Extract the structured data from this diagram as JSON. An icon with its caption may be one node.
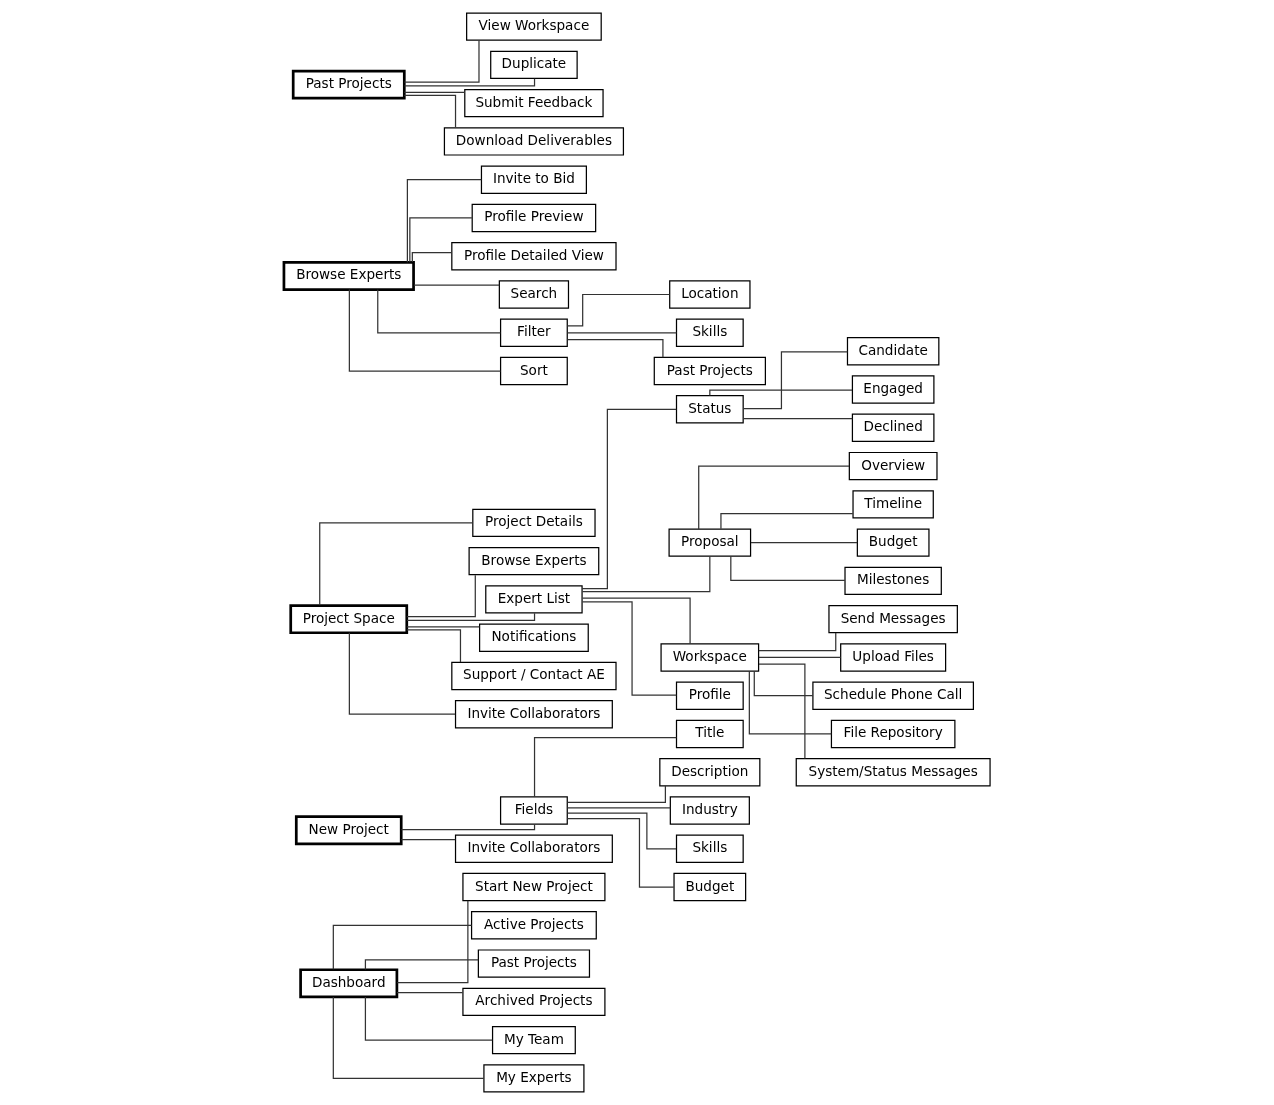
{
  "diagram": {
    "nodes": [
      {
        "text": [
          "Dashboard"
        ]
      },
      {
        "text": [
          "Start New Project"
        ]
      },
      {
        "text": [
          "Active Projects"
        ]
      },
      {
        "text": [
          "Past Projects"
        ]
      },
      {
        "text": [
          "Archived Projects"
        ]
      },
      {
        "text": [
          "My Team"
        ]
      },
      {
        "text": [
          "My Experts"
        ]
      },
      {
        "text": [
          "New Project"
        ]
      },
      {
        "text": [
          "Fields"
        ]
      },
      {
        "text": [
          "Title"
        ]
      },
      {
        "text": [
          "Description"
        ]
      },
      {
        "text": [
          "Industry"
        ]
      },
      {
        "text": [
          "Skills"
        ]
      },
      {
        "text": [
          "Budget"
        ]
      },
      {
        "text": [
          "Invite Collaborators"
        ]
      },
      {
        "text": [
          "Project Space"
        ]
      },
      {
        "text": [
          "Project Details"
        ]
      },
      {
        "text": [
          "Browse Experts"
        ]
      },
      {
        "text": [
          "Expert List"
        ]
      },
      {
        "text": [
          "Status"
        ]
      },
      {
        "text": [
          "Candidate"
        ]
      },
      {
        "text": [
          "Engaged"
        ]
      },
      {
        "text": [
          "Declined"
        ]
      },
      {
        "text": [
          "Proposal"
        ]
      },
      {
        "text": [
          "Overview"
        ]
      },
      {
        "text": [
          "Timeline"
        ]
      },
      {
        "text": [
          "Budget"
        ]
      },
      {
        "text": [
          "Milestones"
        ]
      },
      {
        "text": [
          "Workspace"
        ]
      },
      {
        "text": [
          "Send Messages"
        ]
      },
      {
        "text": [
          "Upload Files"
        ]
      },
      {
        "text": [
          "Schedule Phone Call"
        ]
      },
      {
        "text": [
          "File Repository"
        ]
      },
      {
        "text": [
          "System/Status Messages"
        ]
      },
      {
        "text": [
          "Profile"
        ]
      },
      {
        "text": [
          "Notifications"
        ]
      },
      {
        "text": [
          "Support / Contact AE"
        ]
      },
      {
        "text": [
          "Invite Collaborators"
        ]
      },
      {
        "text": [
          "Browse Experts"
        ]
      },
      {
        "text": [
          "Invite to Bid"
        ]
      },
      {
        "text": [
          "Profile Preview"
        ]
      },
      {
        "text": [
          "Profile Detailed View"
        ]
      },
      {
        "text": [
          "Search"
        ]
      },
      {
        "text": [
          "Filter"
        ]
      },
      {
        "text": [
          "Location"
        ]
      },
      {
        "text": [
          "Skills"
        ]
      },
      {
        "text": [
          "Past Projects"
        ]
      },
      {
        "text": [
          "Sort"
        ]
      },
      {
        "text": [
          "Past Projects"
        ]
      },
      {
        "text": [
          "View Workspace"
        ]
      },
      {
        "text": [
          "Duplicate"
        ]
      },
      {
        "text": [
          "Submit Feedback"
        ]
      },
      {
        "text": [
          "Download Deliverables"
        ]
      }
    ],
    "edges": [
      {
        "from": 0,
        "to": 1,
        "arrow": "none"
      },
      {
        "from": 0,
        "to": 2,
        "arrow": "none"
      },
      {
        "from": 0,
        "to": 3,
        "arrow": "none"
      },
      {
        "from": 0,
        "to": 4,
        "arrow": "none"
      },
      {
        "from": 0,
        "to": 5,
        "arrow": "none"
      },
      {
        "from": 0,
        "to": 6,
        "arrow": "none"
      },
      {
        "from": 7,
        "to": 8,
        "arrow": "none"
      },
      {
        "from": 8,
        "to": 9,
        "arrow": "none"
      },
      {
        "from": 8,
        "to": 10,
        "arrow": "none"
      },
      {
        "from": 8,
        "to": 11,
        "arrow": "none"
      },
      {
        "from": 8,
        "to": 12,
        "arrow": "none"
      },
      {
        "from": 8,
        "to": 13,
        "arrow": "none"
      },
      {
        "from": 7,
        "to": 14,
        "arrow": "none"
      },
      {
        "from": 15,
        "to": 16,
        "arrow": "none"
      },
      {
        "from": 15,
        "to": 17,
        "arrow": "none"
      },
      {
        "from": 15,
        "to": 18,
        "arrow": "none"
      },
      {
        "from": 18,
        "to": 19,
        "arrow": "none"
      },
      {
        "from": 19,
        "to": 20,
        "arrow": "none"
      },
      {
        "from": 19,
        "to": 21,
        "arrow": "none"
      },
      {
        "from": 19,
        "to": 22,
        "arrow": "none"
      },
      {
        "from": 18,
        "to": 23,
        "arrow": "none"
      },
      {
        "from": 23,
        "to": 24,
        "arrow": "none"
      },
      {
        "from": 23,
        "to": 25,
        "arrow": "none"
      },
      {
        "from": 23,
        "to": 26,
        "arrow": "none"
      },
      {
        "from": 23,
        "to": 27,
        "arrow": "none"
      },
      {
        "from": 18,
        "to": 28,
        "arrow": "none"
      },
      {
        "from": 28,
        "to": 29,
        "arrow": "none"
      },
      {
        "from": 28,
        "to": 30,
        "arrow": "none"
      },
      {
        "from": 28,
        "to": 31,
        "arrow": "none"
      },
      {
        "from": 28,
        "to": 32,
        "arrow": "none"
      },
      {
        "from": 28,
        "to": 33,
        "arrow": "none"
      },
      {
        "from": 18,
        "to": 34,
        "arrow": "none"
      },
      {
        "from": 15,
        "to": 35,
        "arrow": "none"
      },
      {
        "from": 15,
        "to": 36,
        "arrow": "none"
      },
      {
        "from": 15,
        "to": 37,
        "arrow": "none"
      },
      {
        "from": 38,
        "to": 39,
        "arrow": "none"
      },
      {
        "from": 38,
        "to": 40,
        "arrow": "none"
      },
      {
        "from": 38,
        "to": 41,
        "arrow": "none"
      },
      {
        "from": 38,
        "to": 42,
        "arrow": "none"
      },
      {
        "from": 38,
        "to": 43,
        "arrow": "none"
      },
      {
        "from": 43,
        "to": 44,
        "arrow": "none"
      },
      {
        "from": 43,
        "to": 45,
        "arrow": "none"
      },
      {
        "from": 43,
        "to": 46,
        "arrow": "none"
      },
      {
        "from": 38,
        "to": 47,
        "arrow": "none"
      },
      {
        "from": 48,
        "to": 49,
        "arrow": "none"
      },
      {
        "from": 48,
        "to": 50,
        "arrow": "none"
      },
      {
        "from": 48,
        "to": 51,
        "arrow": "none"
      },
      {
        "from": 48,
        "to": 52,
        "arrow": "none"
      }
    ]
  }
}
